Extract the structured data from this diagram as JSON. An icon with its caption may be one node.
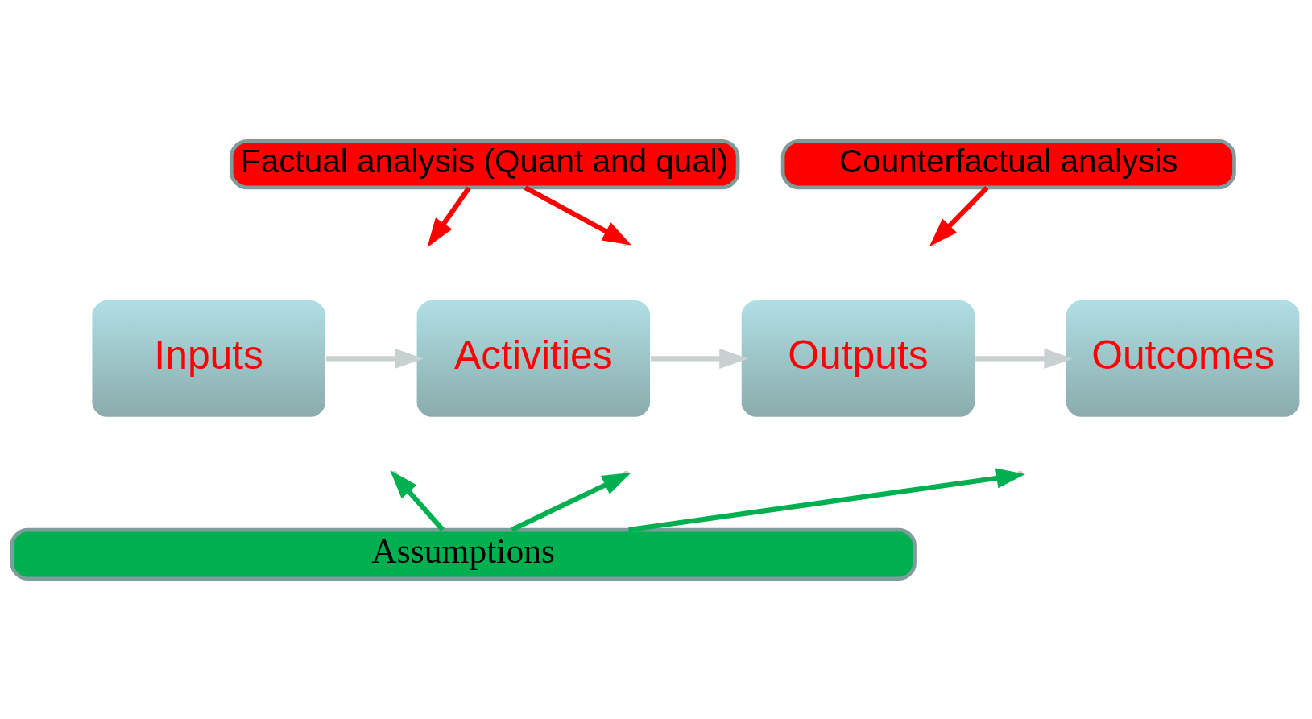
{
  "diagram": {
    "nodes": [
      {
        "text": [
          "Factual analysis (Quant and qual)"
        ]
      },
      {
        "text": [
          "Counterfactual analysis"
        ]
      },
      {
        "text": [
          "Inputs"
        ]
      },
      {
        "text": [
          "Activities"
        ]
      },
      {
        "text": [
          "Outputs"
        ]
      },
      {
        "text": [
          "Outcomes"
        ]
      },
      {
        "text": [
          "Assumptions"
        ]
      }
    ],
    "edges": [
      {
        "from": 2,
        "to": 3,
        "arrow": "to"
      },
      {
        "from": 3,
        "to": 4,
        "arrow": "to"
      },
      {
        "from": 4,
        "to": 5,
        "arrow": "to"
      },
      {
        "from": 0,
        "to": null,
        "arrow": "to",
        "color": "#ff0000"
      },
      {
        "from": 0,
        "to": null,
        "arrow": "to",
        "color": "#ff0000"
      },
      {
        "from": 1,
        "to": null,
        "arrow": "to",
        "color": "#ff0000"
      },
      {
        "from": 6,
        "to": null,
        "arrow": "to",
        "color": "#00b050"
      },
      {
        "from": 6,
        "to": null,
        "arrow": "to",
        "color": "#00b050"
      },
      {
        "from": 6,
        "to": null,
        "arrow": "to",
        "color": "#00b050"
      }
    ]
  }
}
